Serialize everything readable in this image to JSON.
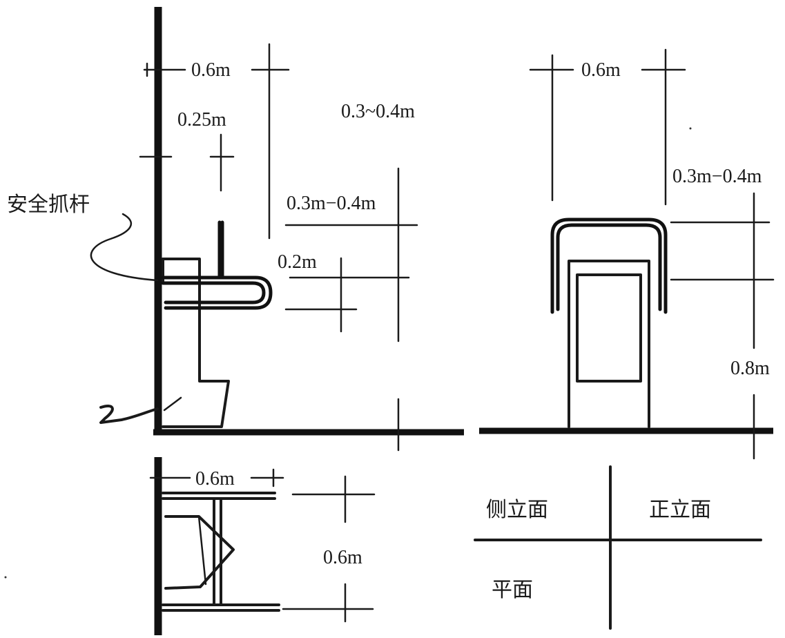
{
  "labels": {
    "grab_bar": "安全抓杆",
    "side_elevation": "侧立面",
    "front_elevation": "正立面",
    "plan": "平面"
  },
  "side_elevation_dims": {
    "width_top": "0.6m",
    "offset_wall": "0.25m",
    "range_top": "0.3~0.4m",
    "range_mid": "0.3m−0.4m",
    "bar_gap": "0.2m"
  },
  "front_elevation_dims": {
    "width_top": "0.6m",
    "range_mid": "0.3m−0.4m",
    "height_floor": "0.8m"
  },
  "plan_dims": {
    "width_top": "0.6m",
    "depth_right": "0.6m"
  }
}
